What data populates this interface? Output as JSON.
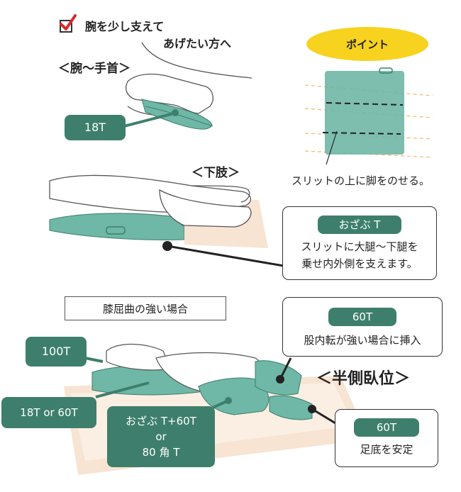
{
  "header": {
    "line1": "腕を少し支えて",
    "line2": "あげたい方へ"
  },
  "arm_label": "＜腕～手首＞",
  "tag_18t": "18T",
  "point": {
    "label": "ポイント",
    "caption": "スリットの上に脚をのせる。"
  },
  "leg_label": "＜下肢＞",
  "ozabu_callout": {
    "title": "おざぶ T",
    "line1": "スリットに大腿～下腿を",
    "line2": "乗せ内外側を支えます。"
  },
  "knee_label": "膝屈曲の強い場合",
  "callout_60t_hip": {
    "title": "60T",
    "text": "股内転が強い場合に挿入"
  },
  "side_lying": "＜半側臥位＞",
  "tag_100t": "100T",
  "tag_18t_or_60t": "18T or 60T",
  "tag_combo": {
    "line1": "おざぶ T+60T",
    "line2": "or",
    "line3": "80 角 T"
  },
  "callout_60t_foot": {
    "title": "60T",
    "text": "足底を安定"
  },
  "colors": {
    "cushion": "#6fb7a6",
    "cushion_dark": "#3d7f6c",
    "point_yellow": "#f7d21e",
    "mattress": "#f7e4d2",
    "slit_lines": "#f2b96b"
  }
}
